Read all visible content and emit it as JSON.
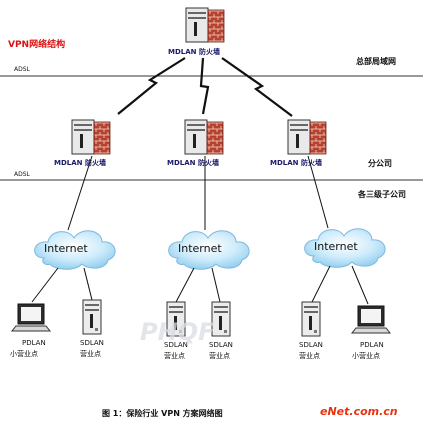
{
  "title": "VPN网络结构",
  "adsl_label": "ADSL",
  "tiers": {
    "hq": "总部局域网",
    "branch": "分公司",
    "sub": "各三级子公司"
  },
  "hq_firewall": "MDLAN 防火墙",
  "branch_firewalls": [
    "MDLAN 防火墙",
    "MDLAN 防火墙",
    "MDLAN 防火墙"
  ],
  "clouds": [
    "Internet",
    "Internet",
    "Internet"
  ],
  "endpoints": [
    {
      "type": "laptop",
      "name": "PDLAN",
      "role": "小营业点"
    },
    {
      "type": "server",
      "name": "SDLAN",
      "role": "营业点"
    },
    {
      "type": "server",
      "name": "SDLAN",
      "role": "营业点"
    },
    {
      "type": "server",
      "name": "SDLAN",
      "role": "营业点"
    },
    {
      "type": "server",
      "name": "SDLAN",
      "role": "营业点"
    },
    {
      "type": "laptop",
      "name": "PDLAN",
      "role": "小营业点"
    }
  ],
  "caption": "图 1：保险行业 VPN 方案网络图",
  "logo": "eNet.com.cn",
  "watermark": "PHQF",
  "colors": {
    "title": "#dd1111",
    "firewall_brick": "#b03a2e",
    "cloud": "#9fd3f2",
    "logo": "#e8330f"
  }
}
